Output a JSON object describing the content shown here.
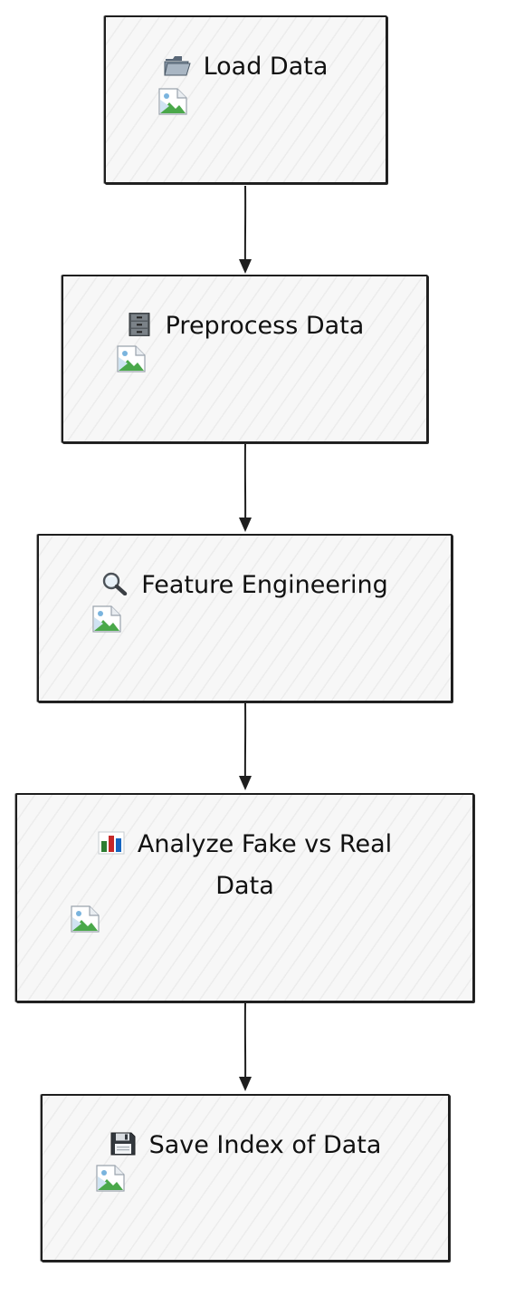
{
  "diagram": {
    "nodes": [
      {
        "id": "load",
        "label": "Load Data",
        "icon": "folder-icon"
      },
      {
        "id": "preprocess",
        "label": "Preprocess Data",
        "icon": "file-cabinet-icon"
      },
      {
        "id": "features",
        "label": "Feature Engineering",
        "icon": "magnifier-icon"
      },
      {
        "id": "analyze",
        "label_line1": "Analyze Fake vs Real",
        "label_line2": "Data",
        "icon": "bar-chart-icon"
      },
      {
        "id": "save",
        "label": "Save Index of Data",
        "icon": "floppy-disk-icon"
      }
    ],
    "edges": [
      {
        "from": "load",
        "to": "preprocess"
      },
      {
        "from": "preprocess",
        "to": "features"
      },
      {
        "from": "features",
        "to": "analyze"
      },
      {
        "from": "analyze",
        "to": "save"
      }
    ],
    "colors": {
      "stroke": "#1e1e1e",
      "node_fill": "#f7f7f7",
      "text": "#111111"
    }
  }
}
